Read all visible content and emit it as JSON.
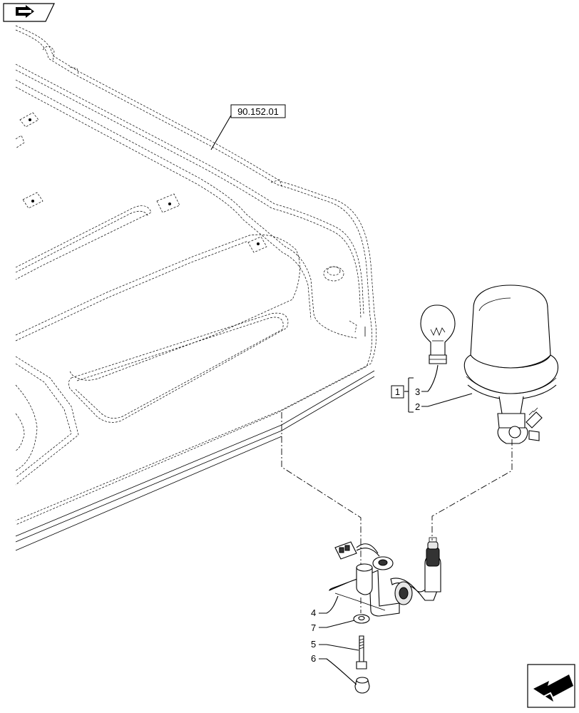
{
  "diagram": {
    "reference_label": "90.152.01",
    "group_label": "1",
    "callouts": [
      {
        "id": "callout-3",
        "text": "3"
      },
      {
        "id": "callout-2",
        "text": "2"
      },
      {
        "id": "callout-4",
        "text": "4"
      },
      {
        "id": "callout-7",
        "text": "7"
      },
      {
        "id": "callout-5",
        "text": "5"
      },
      {
        "id": "callout-6",
        "text": "6"
      }
    ]
  },
  "icons": {
    "top_left": "reference-arrow-icon",
    "bottom_right": "navigation-arrow-icon"
  }
}
